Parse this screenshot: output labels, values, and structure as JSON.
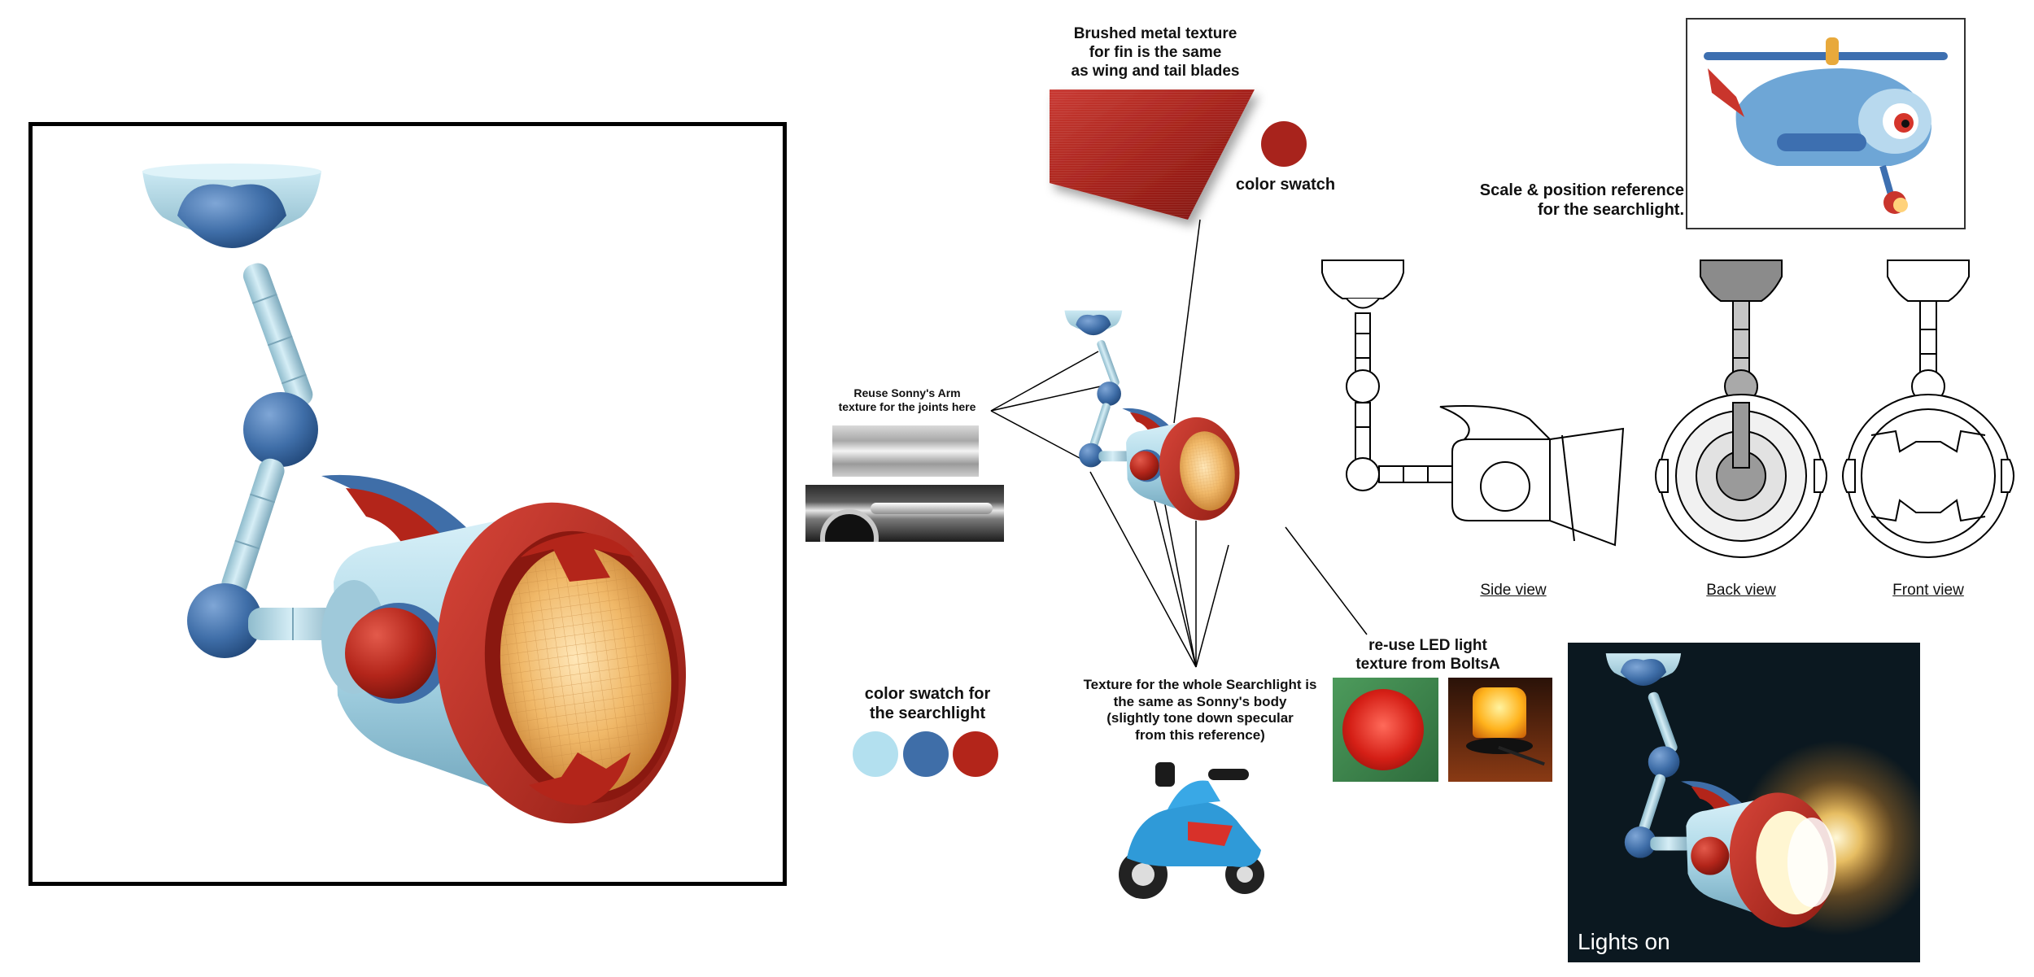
{
  "notes": {
    "fin_texture": [
      "Brushed metal texture",
      "for fin is the same",
      "as wing and tail blades"
    ],
    "color_swatch": "color swatch",
    "scale_reference": [
      "Scale & position reference",
      "for the searchlight."
    ],
    "arm_texture": [
      "Reuse Sonny's Arm",
      "texture for the joints here"
    ],
    "color_swatch_searchlight": [
      "color swatch for",
      "the searchlight"
    ],
    "body_texture": [
      "Texture for the whole Searchlight is",
      "the same as Sonny's body",
      "(slightly tone down specular",
      "from this reference)"
    ],
    "led_texture": [
      "re-use LED light",
      "texture from BoltsA"
    ],
    "lights_on": "Lights on"
  },
  "views": {
    "side": "Side view",
    "back": "Back view",
    "front": "Front view"
  },
  "colors": {
    "light_blue": "#b3e0ef",
    "mid_blue": "#3f6ea8",
    "red": "#b3251a",
    "fin_red": "#a8231c",
    "glow": "#ffc24a",
    "night": "#0b1820"
  },
  "swatches": [
    "#b3e0ef",
    "#3f6ea8",
    "#b3251a"
  ],
  "single_swatch": "#a8231c"
}
